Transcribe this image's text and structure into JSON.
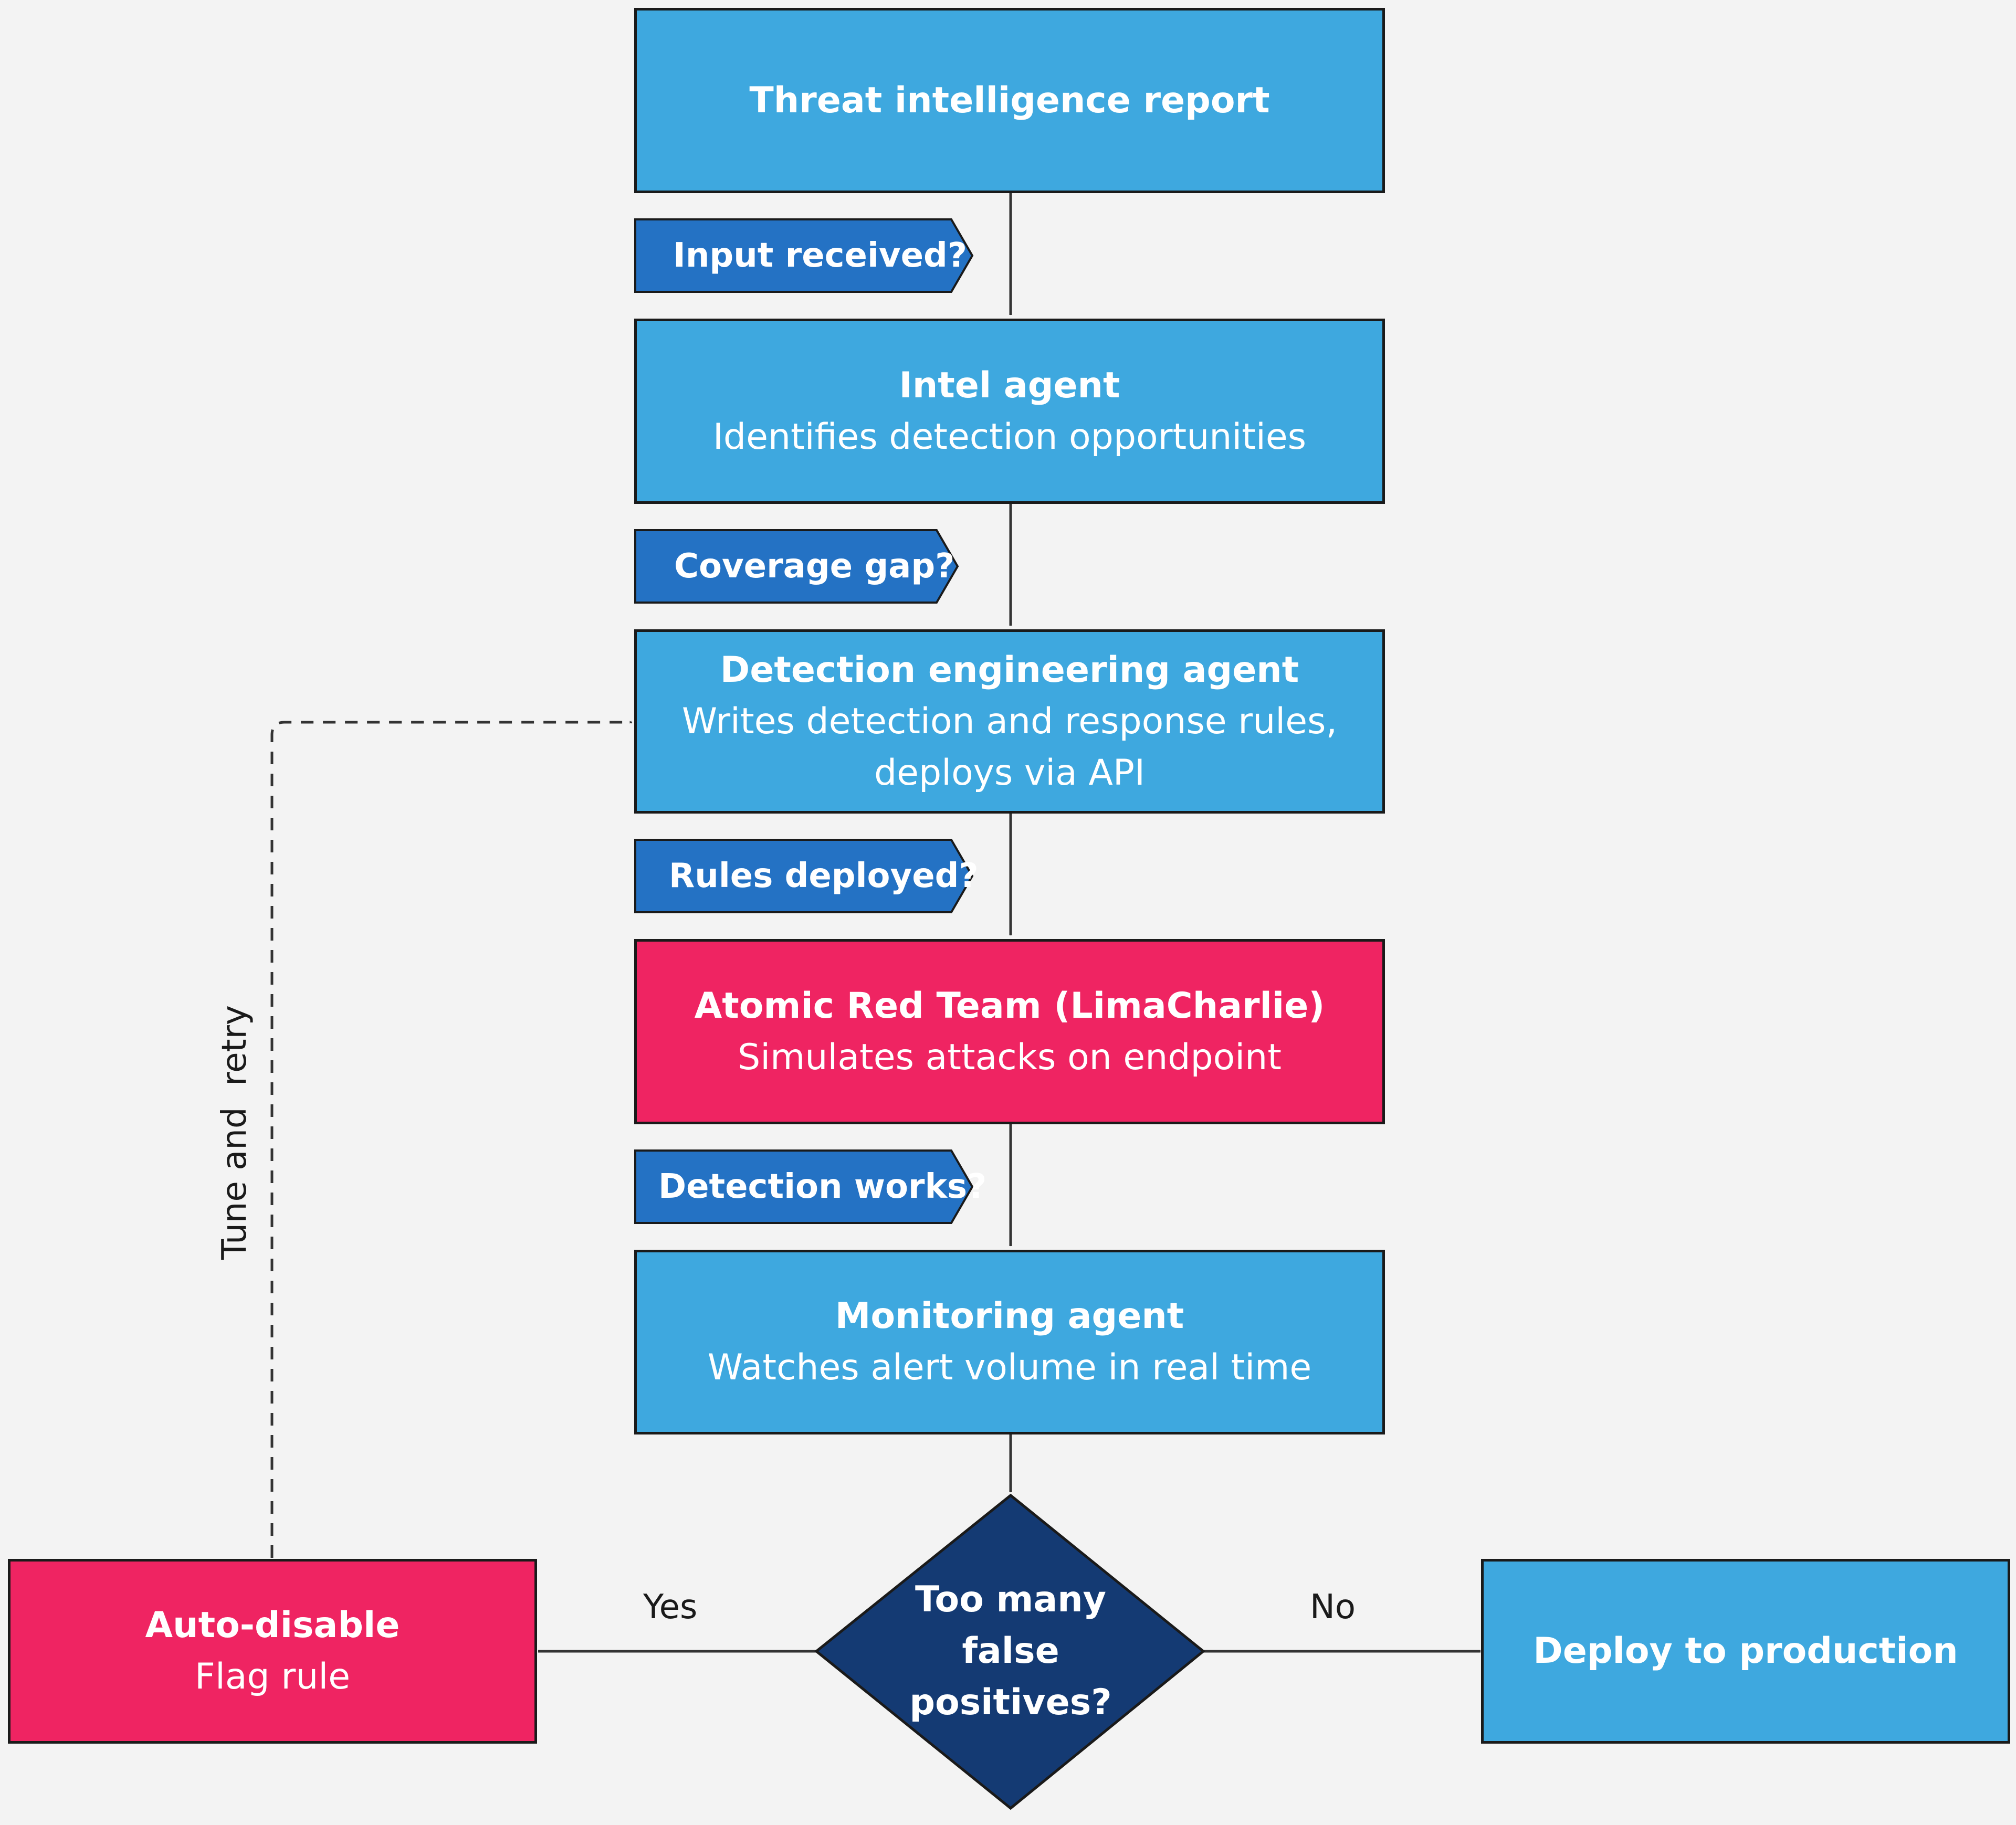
{
  "nodes": {
    "threat_report": {
      "title": "Threat intelligence report"
    },
    "intel_agent": {
      "title": "Intel agent",
      "subtitle": "Identifies detection opportunities"
    },
    "detection_engineering": {
      "title": "Detection engineering agent",
      "subtitle_line1": "Writes detection and response rules,",
      "subtitle_line2": "deploys via API"
    },
    "atomic_red_team": {
      "title": "Atomic Red Team (LimaCharlie)",
      "subtitle": "Simulates attacks on endpoint"
    },
    "monitoring_agent": {
      "title": "Monitoring agent",
      "subtitle": "Watches alert volume in real time"
    },
    "decision": {
      "line1": "Too many",
      "line2": "false",
      "line3": "positives?"
    },
    "auto_disable": {
      "title": "Auto-disable",
      "subtitle": "Flag rule"
    },
    "deploy_production": {
      "title": "Deploy to production"
    }
  },
  "conditions": {
    "input_received": "Input received?",
    "coverage_gap": "Coverage gap?",
    "rules_deployed": "Rules deployed?",
    "detection_works": "Detection works?"
  },
  "edge_labels": {
    "yes": "Yes",
    "no": "No",
    "retry": "Tune and  retry"
  },
  "colors": {
    "primary_box": "#3ea8df",
    "alert_box": "#ef2462",
    "condition_tag": "#2472c4",
    "decision": "#143a73",
    "background": "#f3f3f3"
  }
}
